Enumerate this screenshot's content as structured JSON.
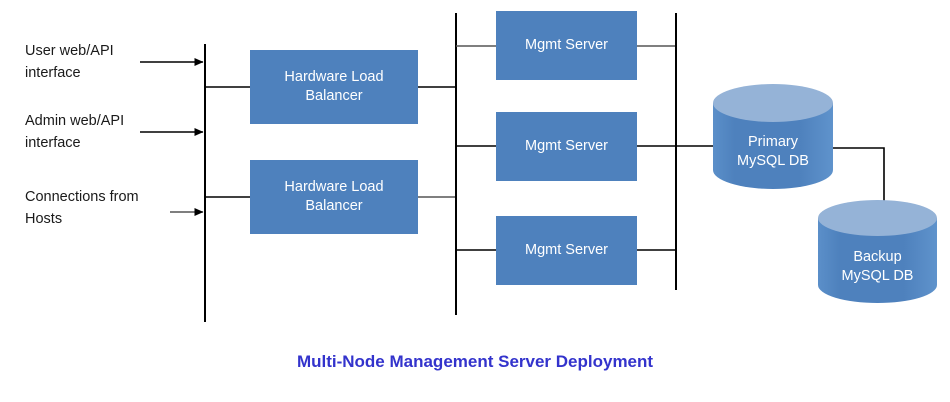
{
  "caption": "Multi-Node Management Server Deployment",
  "colors": {
    "box_fill": "#4E81BD",
    "cylinder_body": "#4E81BD",
    "cylinder_top": "#95B3D7",
    "line": "#000000",
    "caption_text": "#3333CC",
    "node_text": "#FFFFFF",
    "side_text": "#1A1A1A",
    "background": "#FFFFFF"
  },
  "inputs": [
    {
      "label": "User web/API\ninterface"
    },
    {
      "label": "Admin web/API\ninterface"
    },
    {
      "label": "Connections from\nHosts"
    }
  ],
  "load_balancers": [
    {
      "label": "Hardware Load\nBalancer"
    },
    {
      "label": "Hardware Load\nBalancer"
    }
  ],
  "mgmt_servers": [
    {
      "label": "Mgmt Server"
    },
    {
      "label": "Mgmt Server"
    },
    {
      "label": "Mgmt Server"
    }
  ],
  "databases": [
    {
      "label": "Primary\nMySQL DB"
    },
    {
      "label": "Backup\nMySQL DB"
    }
  ]
}
